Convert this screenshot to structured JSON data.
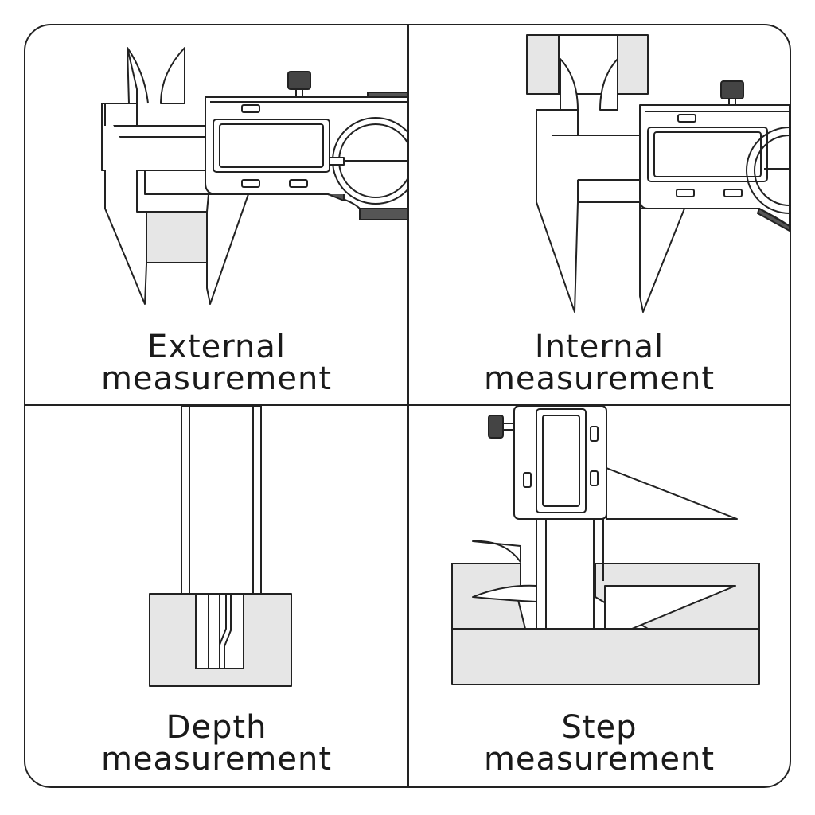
{
  "panels": [
    {
      "line1": "External",
      "line2": "measurement"
    },
    {
      "line1": "Internal",
      "line2": "measurement"
    },
    {
      "line1": "Depth",
      "line2": "measurement"
    },
    {
      "line1": "Step",
      "line2": "measurement"
    }
  ],
  "colors": {
    "stroke": "#222222",
    "fill_gray": "#e6e6e6",
    "background": "#ffffff"
  }
}
